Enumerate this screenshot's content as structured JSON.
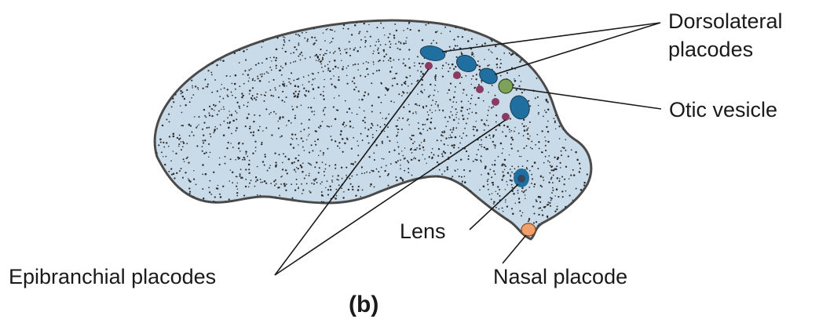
{
  "figure": {
    "panel_label": "(b)",
    "labels": {
      "dorsolateral_line1": "Dorsolateral",
      "dorsolateral_line2": "placodes",
      "otic_vesicle": "Otic vesicle",
      "lens": "Lens",
      "epibranchial": "Epibranchial placodes",
      "nasal": "Nasal placode"
    },
    "colors": {
      "body_fill": "#c9dbe9",
      "body_outline": "#4a4a4a",
      "stipple": "#2b2b2b",
      "dorsolateral_placode": "#1f6fa0",
      "otic_vesicle": "#7fa25a",
      "epibranchial_placode": "#8b3a62",
      "lens": "#1f6fa0",
      "nasal_placode": "#f2a06b"
    }
  }
}
